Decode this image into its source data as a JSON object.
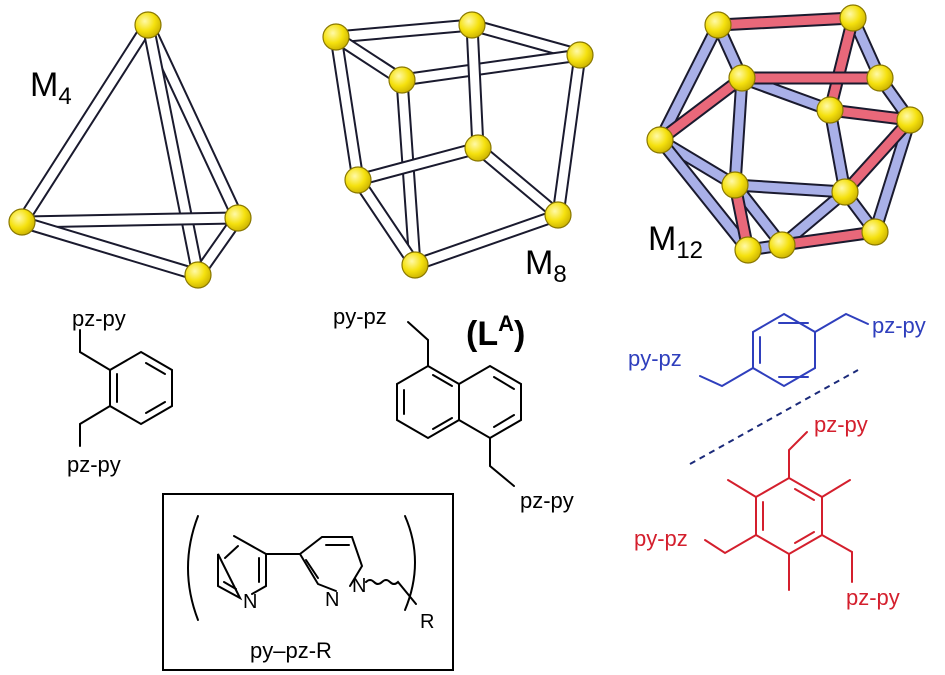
{
  "labels": {
    "m4": "M",
    "m4_sub": "4",
    "m8": "M",
    "m8_sub": "8",
    "m12": "M",
    "m12_sub": "12",
    "ligand_tag_open": "(L",
    "ligand_tag_sup": "A",
    "ligand_tag_close": ")"
  },
  "ortho_ligand": {
    "top": "pz-py",
    "bottom": "pz-py"
  },
  "naphthyl_ligand": {
    "top": "py-pz",
    "bottom": "pz-py"
  },
  "para_ligand": {
    "left": "py-pz",
    "right": "pz-py"
  },
  "mesityl_ligand": {
    "top": "pz-py",
    "left": "py-pz",
    "bottom": "pz-py"
  },
  "legend_box": {
    "N_pyridine": "N",
    "N_pyrazole_2": "N",
    "N_pyrazole_1": "N",
    "R": "R",
    "caption": "py–pz-R"
  },
  "colors": {
    "node": "#f5e10e",
    "rod_white": "#ffffff",
    "rod_blue": "#a9b0e8",
    "rod_pink": "#e9687a",
    "ink_blue": "#2f3fbd",
    "ink_red": "#d41f2d"
  }
}
